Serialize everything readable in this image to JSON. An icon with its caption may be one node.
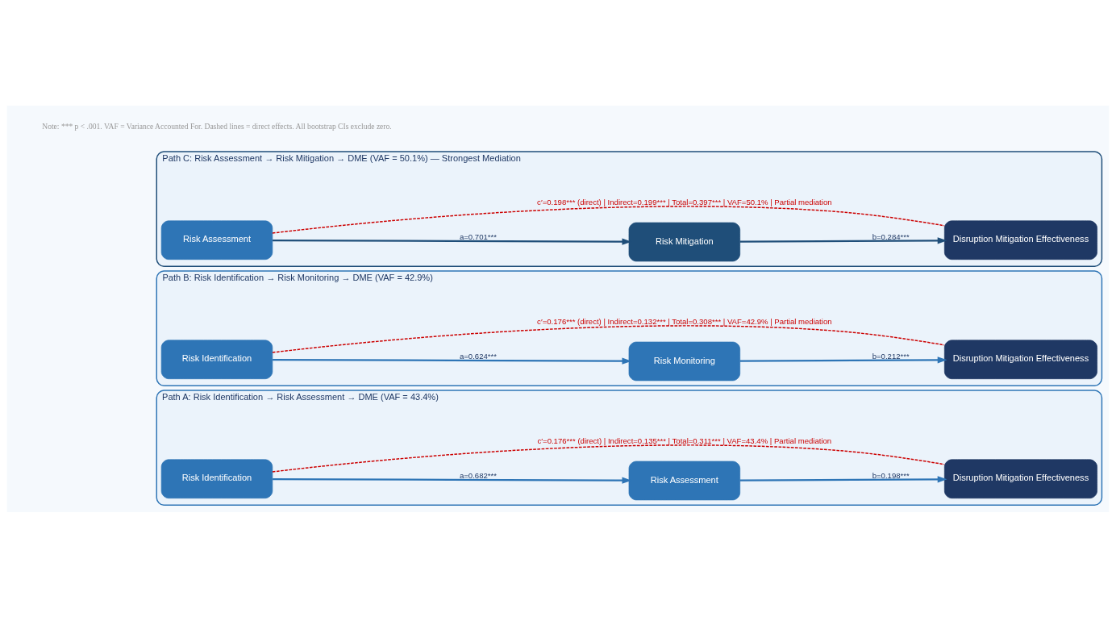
{
  "diagram": {
    "nodes": [
      {
        "text": [
          "Path A: Risk Identification → Risk Assessment → DME (VAF = 43.4%)"
        ]
      },
      {
        "text": [
          "Risk Identification"
        ],
        "in": 0
      },
      {
        "text": [
          "Risk Assessment"
        ],
        "in": 0
      },
      {
        "text": [
          "Disruption Mitigation Effectiveness"
        ],
        "in": 0
      },
      {
        "text": [
          "Path B: Risk Identification → Risk Monitoring → DME (VAF = 42.9%)"
        ]
      },
      {
        "text": [
          "Risk Identification"
        ],
        "in": 4
      },
      {
        "text": [
          "Risk Monitoring"
        ],
        "in": 4
      },
      {
        "text": [
          "Disruption Mitigation Effectiveness"
        ],
        "in": 4
      },
      {
        "text": [
          "Path C: Risk Assessment → Risk Mitigation → DME (VAF = 50.1%) — Strongest Mediation"
        ]
      },
      {
        "text": [
          "Risk Assessment"
        ],
        "in": 8
      },
      {
        "text": [
          "Risk Mitigation"
        ],
        "in": 8
      },
      {
        "text": [
          "Disruption Mitigation Effectiveness"
        ],
        "in": 8
      }
    ],
    "edges": [
      {
        "from": 1,
        "to": 2,
        "arrow": "to",
        "label": "a=0.682***"
      },
      {
        "from": 2,
        "to": 3,
        "arrow": "to",
        "label": "b=0.198***"
      },
      {
        "from": 1,
        "to": 3,
        "arrow": "none",
        "style": "dashed",
        "color": "#cc0000",
        "label": "c′=0.176*** (direct) | Indirect=0.135*** | Total=0.311*** | VAF=43.4% | Partial mediation"
      },
      {
        "from": 5,
        "to": 6,
        "arrow": "to",
        "label": "a=0.624***"
      },
      {
        "from": 6,
        "to": 7,
        "arrow": "to",
        "label": "b=0.212***"
      },
      {
        "from": 5,
        "to": 7,
        "arrow": "none",
        "style": "dashed",
        "color": "#cc0000",
        "label": "c′=0.176*** (direct) | Indirect=0.132*** | Total=0.308*** | VAF=42.9% | Partial mediation"
      },
      {
        "from": 9,
        "to": 10,
        "arrow": "to",
        "label": "a=0.701***",
        "color": "#1f4e79"
      },
      {
        "from": 10,
        "to": 11,
        "arrow": "to",
        "label": "b=0.284***",
        "color": "#1f4e79"
      },
      {
        "from": 9,
        "to": 11,
        "arrow": "none",
        "style": "dashed",
        "color": "#cc0000",
        "label": "c′=0.198*** (direct) | Indirect=0.199*** | Total=0.397*** | VAF=50.1% | Partial mediation"
      }
    ],
    "labels": [
      "Note: *** p < .001. VAF = Variance Accounted For. Dashed lines = direct effects. All bootstrap CIs exclude zero."
    ]
  }
}
